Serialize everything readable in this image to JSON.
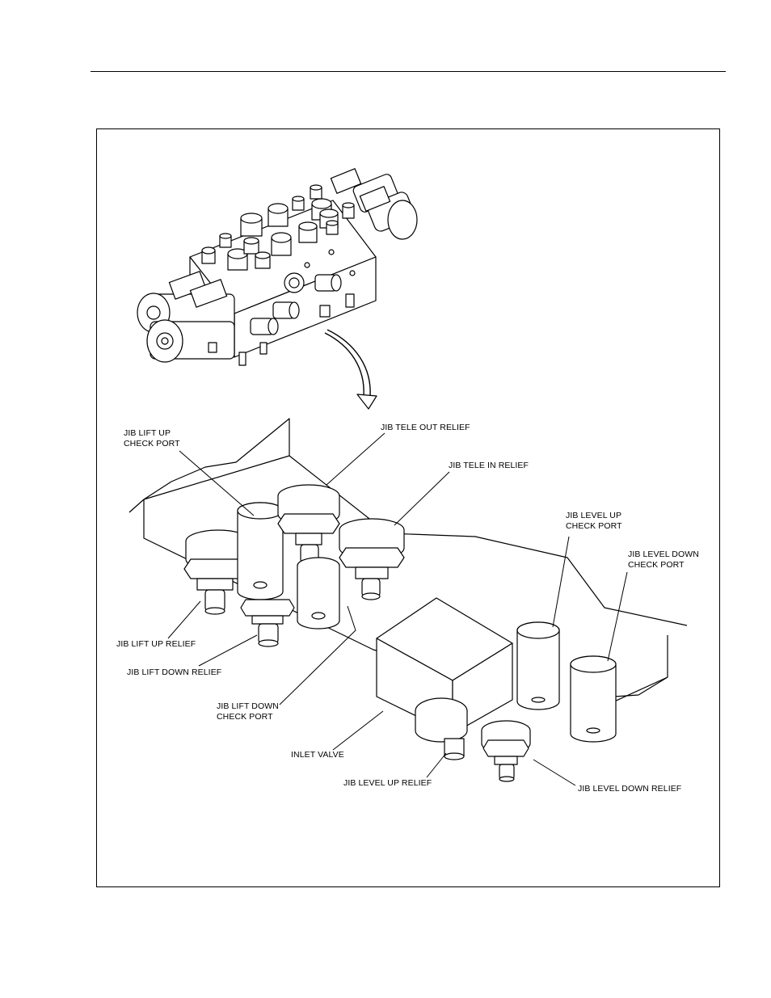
{
  "figure": {
    "callouts": {
      "jib_lift_up_check_port": [
        "JIB LIFT UP",
        "CHECK PORT"
      ],
      "jib_tele_out_relief": "JIB TELE OUT RELIEF",
      "jib_tele_in_relief": "JIB TELE IN RELIEF",
      "jib_level_up_check_port": [
        "JIB LEVEL UP",
        "CHECK PORT"
      ],
      "jib_level_down_check_port": [
        "JIB LEVEL DOWN",
        "CHECK PORT"
      ],
      "jib_lift_up_relief": "JIB LIFT UP RELIEF",
      "jib_lift_down_relief": "JIB LIFT DOWN RELIEF",
      "jib_lift_down_check_port": [
        "JIB LIFT DOWN",
        "CHECK PORT"
      ],
      "inlet_valve": "INLET VALVE",
      "jib_level_up_relief": "JIB LEVEL UP RELIEF",
      "jib_level_down_relief": "JIB LEVEL DOWN RELIEF"
    }
  }
}
